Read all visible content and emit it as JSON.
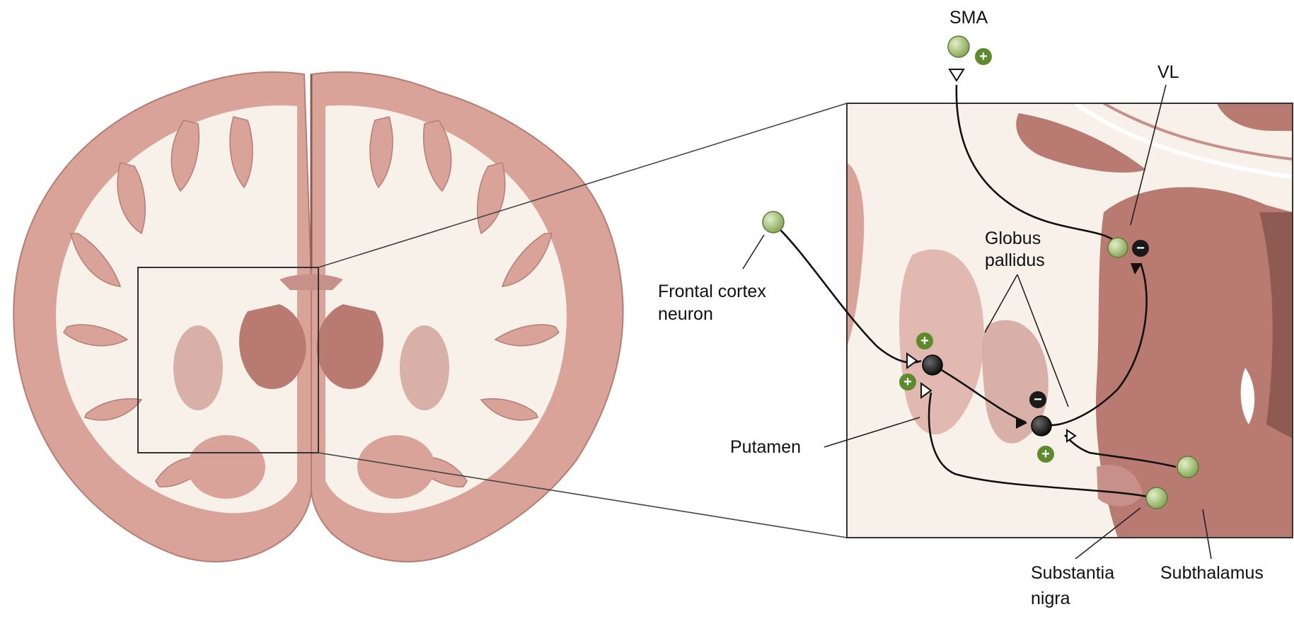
{
  "labels": {
    "sma": "SMA",
    "vl": "VL",
    "globus_line1": "Globus",
    "globus_line2": "pallidus",
    "frontal_line1": "Frontal cortex",
    "frontal_line2": "neuron",
    "putamen": "Putamen",
    "substantia_line1": "Substantia",
    "substantia_line2": "nigra",
    "subthalamus": "Subthalamus"
  },
  "signs": {
    "excitatory": "+",
    "inhibitory": "−"
  },
  "colors": {
    "cortex": "#d9a39a",
    "cortex_edge": "#b57d74",
    "white_matter": "#f7f1ea",
    "deep_nucleus": "#b97a72",
    "neuron_excitatory": "#a9c27a",
    "neuron_inhibitory": "#2b2b2b",
    "plus_badge": "#5e8a2e",
    "minus_badge": "#1a1a1a"
  }
}
